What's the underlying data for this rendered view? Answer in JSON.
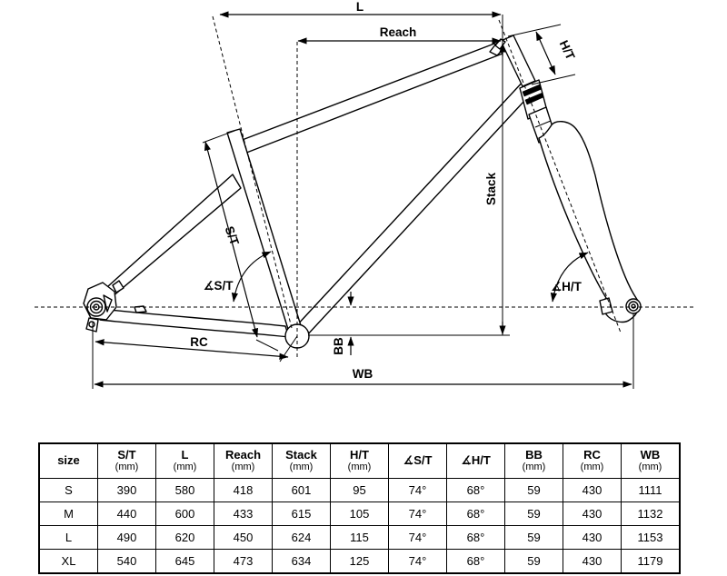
{
  "diagram": {
    "labels": {
      "l": "L",
      "reach": "Reach",
      "ht": "H/T",
      "stack": "Stack",
      "st": "S/T",
      "angle_st": "∡S/T",
      "angle_ht": "∡H/T",
      "rc": "RC",
      "bb": "BB",
      "wb": "WB"
    }
  },
  "table": {
    "headers": [
      {
        "label": "size",
        "unit": ""
      },
      {
        "label": "S/T",
        "unit": "(mm)"
      },
      {
        "label": "L",
        "unit": "(mm)"
      },
      {
        "label": "Reach",
        "unit": "(mm)"
      },
      {
        "label": "Stack",
        "unit": "(mm)"
      },
      {
        "label": "H/T",
        "unit": "(mm)"
      },
      {
        "label": "∡S/T",
        "unit": ""
      },
      {
        "label": "∡H/T",
        "unit": ""
      },
      {
        "label": "BB",
        "unit": "(mm)"
      },
      {
        "label": "RC",
        "unit": "(mm)"
      },
      {
        "label": "WB",
        "unit": "(mm)"
      }
    ],
    "rows": [
      [
        "S",
        "390",
        "580",
        "418",
        "601",
        "95",
        "74°",
        "68°",
        "59",
        "430",
        "1111"
      ],
      [
        "M",
        "440",
        "600",
        "433",
        "615",
        "105",
        "74°",
        "68°",
        "59",
        "430",
        "1132"
      ],
      [
        "L",
        "490",
        "620",
        "450",
        "624",
        "115",
        "74°",
        "68°",
        "59",
        "430",
        "1153"
      ],
      [
        "XL",
        "540",
        "645",
        "473",
        "634",
        "125",
        "74°",
        "68°",
        "59",
        "430",
        "1179"
      ]
    ]
  },
  "colors": {
    "line": "#000000",
    "background": "#ffffff"
  }
}
